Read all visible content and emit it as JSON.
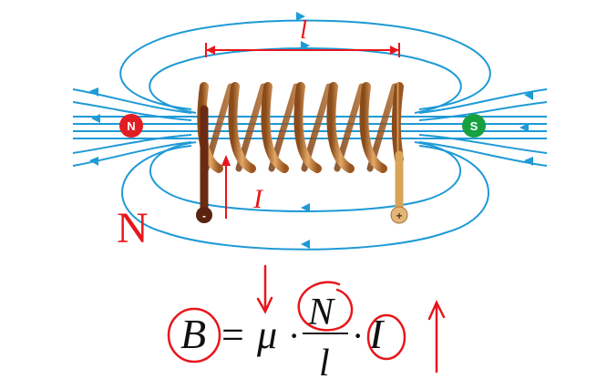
{
  "diagram": {
    "length_label": "l",
    "current_label": "I",
    "pole_left": "N",
    "pole_right": "S",
    "terminal_negative": "-",
    "terminal_positive": "+",
    "handwritten_pole": "N"
  },
  "formula": {
    "lhs": "B",
    "equals": "=",
    "mu": "μ",
    "dot": "·",
    "numerator": "N",
    "denominator": "l",
    "current": "I"
  },
  "colors": {
    "field_line": "#1e9ad6",
    "annotation": "#e8161b",
    "pole_n": "#e01e24",
    "pole_s": "#16a040",
    "coil": "#c8843e",
    "lead_negative": "#6b2a12",
    "lead_positive": "#d9a45a",
    "text": "#111111"
  }
}
